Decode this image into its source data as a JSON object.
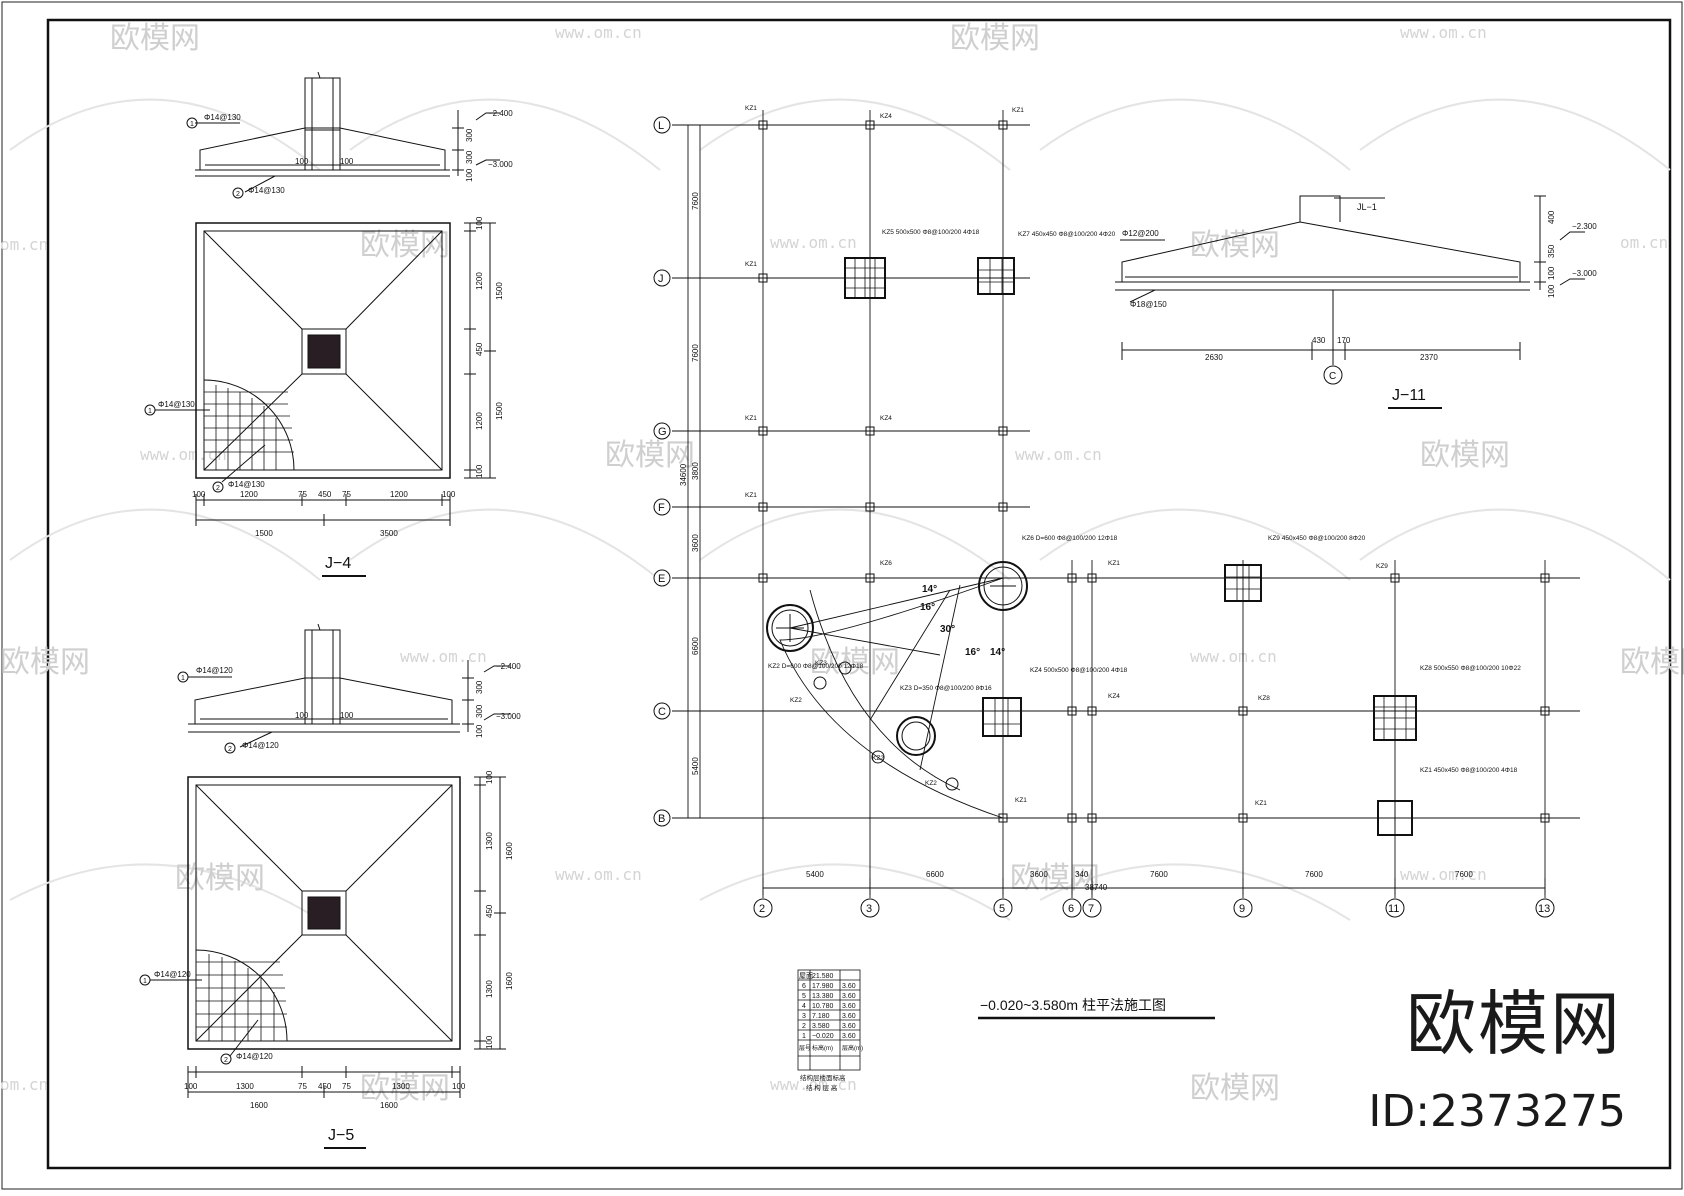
{
  "drawing": {
    "plan_title": "−0.020~3.580m 柱平法施工图",
    "j4_title": "J−4",
    "j5_title": "J−5",
    "j11_title": "J−11",
    "j4_section": {
      "rebar_top": "Φ14@130",
      "rebar_bottom": "Φ14@130",
      "elev_top": "−2.400",
      "elev_bottom": "−3.000",
      "dims": [
        "300",
        "300",
        "100",
        "100",
        "100"
      ]
    },
    "j4_plan": {
      "rebar_1": "Φ14@130",
      "rebar_2": "Φ14@130",
      "bottom_dims_1": [
        "100",
        "1200",
        "75",
        "450",
        "75",
        "1200",
        "100"
      ],
      "bottom_dims_2": [
        "1500",
        "3500"
      ],
      "right_dims": [
        "100",
        "1200",
        "1500",
        "450",
        "1200",
        "1500",
        "100"
      ]
    },
    "j5_section": {
      "rebar_top": "Φ14@120",
      "rebar_bottom": "Φ14@120",
      "elev_top": "−2.400",
      "elev_bottom": "−3.000",
      "dims": [
        "300",
        "300",
        "100",
        "100",
        "100"
      ]
    },
    "j5_plan": {
      "rebar_1": "Φ14@120",
      "rebar_2": "Φ14@120",
      "bottom_dims_1": [
        "100",
        "1300",
        "75",
        "450",
        "75",
        "1300",
        "100"
      ],
      "bottom_dims_2": [
        "1600",
        "1600"
      ],
      "right_dims": [
        "100",
        "1300",
        "1600",
        "450",
        "1300",
        "1600",
        "100"
      ]
    },
    "j11": {
      "rebar_top": "Φ12@200",
      "rebar_bottom": "Φ18@150",
      "beam": "JL−1",
      "elev_top": "−2.300",
      "elev_bottom": "−3.000",
      "right_dims": [
        "400",
        "350",
        "100",
        "100"
      ],
      "bottom_dims": [
        "2630",
        "430",
        "170",
        "2370"
      ],
      "axis": "C"
    },
    "plan": {
      "row_axes": [
        "L",
        "J",
        "G",
        "F",
        "E",
        "C",
        "B"
      ],
      "col_axes": [
        "2",
        "3",
        "5",
        "6",
        "7",
        "9",
        "11",
        "13"
      ],
      "left_dims": [
        "7600",
        "7600",
        "3800",
        "3600",
        "6600",
        "5400",
        "34600"
      ],
      "bottom_dims": [
        "5400",
        "6600",
        "3600",
        "340",
        "7600",
        "7600",
        "7600"
      ],
      "bottom_total": "38740",
      "col_labels": [
        "KZ1",
        "KZ2",
        "KZ3",
        "KZ4",
        "KZ5",
        "KZ6",
        "KZ7",
        "KZ8",
        "KZ9"
      ],
      "annotations": [
        "KZ5 500x500 Φ8@100/200 4Φ18",
        "KZ7 450x450 Φ8@100/200 4Φ20",
        "KZ6 D=600 Φ8@100/200 12Φ18",
        "KZ2 D=600 Φ8@100/200 12Φ18",
        "KZ3 D=350 Φ8@100/200 8Φ16",
        "KZ4 500x500 Φ8@100/200 4Φ18",
        "KZ9 450x450 Φ8@100/200 8Φ20",
        "KZ8 500x550 Φ8@100/200 10Φ22",
        "KZ1 450x450 Φ8@100/200 4Φ18"
      ],
      "angles": [
        "14°",
        "16°",
        "30°",
        "16°",
        "14°"
      ]
    },
    "floor_table": {
      "rows": [
        [
          "屋面",
          "21.580",
          ""
        ],
        [
          "6",
          "17.980",
          "3.60"
        ],
        [
          "5",
          "13.380",
          "3.60"
        ],
        [
          "4",
          "10.780",
          "3.60"
        ],
        [
          "3",
          "7.180",
          "3.60"
        ],
        [
          "2",
          "3.580",
          "3.60"
        ],
        [
          "1",
          "−0.020",
          "3.60"
        ],
        [
          "层号",
          "标高(m)",
          "层高(m)"
        ]
      ],
      "caption_1": "结构层楼面标高",
      "caption_2": "结 构 层 高"
    }
  },
  "watermark": {
    "brand": "欧模网",
    "url": "www.om.cn",
    "url_fragment": "om.cn",
    "id": "ID:2373275"
  }
}
